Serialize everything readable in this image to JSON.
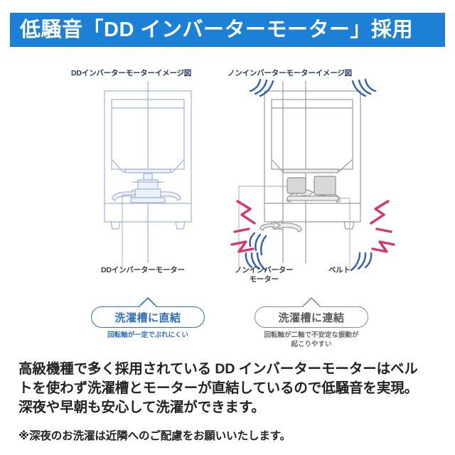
{
  "header": {
    "title": "低騒音「DD インバーターモーター」採用",
    "background_color": "#1b80d6",
    "text_color": "#ffffff"
  },
  "diagram": {
    "left_panel": {
      "title": "DDインバーターモーターイメージ図",
      "machine_label": "DDインバーターモーター",
      "pill_text": "洗濯槽に直結",
      "pill_color": "#2f6fc0",
      "caption": "回転軸が一定でぶれにくい",
      "line_color": "#9fb2dd"
    },
    "right_panel": {
      "title": "ノンインバーターモーターイメージ図",
      "machine_label_line1": "ノンインバーター",
      "machine_label_line2": "モーター",
      "belt_label": "ベルト",
      "pill_text": "洗濯槽に連結",
      "pill_color": "#8a8a8a",
      "caption_line1": "回転軸が二軸で不安定な振動が",
      "caption_line2": "起こりやすい",
      "line_color": "#9a9a9a",
      "vibration_color": "#d6356f",
      "sound_wave_color": "#2f5fb0"
    }
  },
  "body": {
    "line1": "高級機種で多く採用されている DD インバーターモーターはベル",
    "line2": "トを使わず洗濯槽とモーターが直結しているので低騒音を実現。",
    "line3": "深夜や早朝も安心して洗濯ができます。",
    "note": "※深夜のお洗濯は近隣へのご配慮をお願いいたします。"
  }
}
